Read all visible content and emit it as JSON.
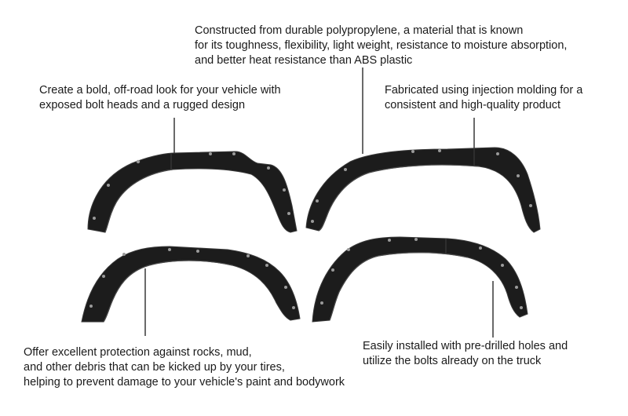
{
  "captions": {
    "material": [
      "Constructed from durable polypropylene, a material that is known",
      "for its toughness, flexibility, light weight, resistance to moisture absorption,",
      "and better heat resistance than ABS plastic"
    ],
    "look": [
      "Create a bold, off-road look for your vehicle with",
      "exposed bolt heads and a rugged design"
    ],
    "molding": [
      "Fabricated using injection molding for a",
      "consistent and high-quality product"
    ],
    "protection": [
      "Offer excellent protection against rocks, mud,",
      "and other debris that can be kicked up by your tires,",
      "helping to prevent damage to your vehicle's paint and bodywork"
    ],
    "install": [
      "Easily installed with pre-drilled holes and",
      "utilize the bolts already on the truck"
    ]
  },
  "colors": {
    "flare_body": "#1c1c1c",
    "flare_edge": "#3a3a3a",
    "bolt": "#9a9a9a",
    "leader_line": "#1a1a1a",
    "text": "#1a1a1a"
  }
}
